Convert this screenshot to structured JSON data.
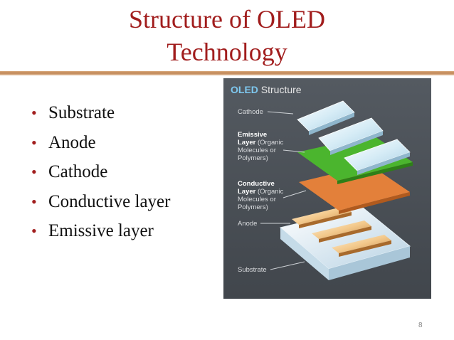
{
  "slide": {
    "title_line1": "Structure of OLED",
    "title_line2": "Technology",
    "page_number": "8",
    "accent_color": "#a11d1d"
  },
  "bullets": [
    "Substrate",
    "Anode",
    "Cathode",
    "Conductive layer",
    "Emissive layer"
  ],
  "figure": {
    "header_bold": "OLED",
    "header_rest": " Structure",
    "labels": {
      "cathode": "Cathode",
      "emissive_bold1": "Emissive",
      "emissive_bold2": "Layer",
      "emissive_rest1": " (Organic",
      "emissive_rest2": "Molecules or",
      "emissive_rest3": "Polymers)",
      "conductive_bold1": "Conductive",
      "conductive_bold2": "Layer",
      "conductive_rest1": " (Organic",
      "conductive_rest2": "Molecules or",
      "conductive_rest3": "Polymers)",
      "anode": "Anode",
      "substrate": "Substrate"
    }
  }
}
